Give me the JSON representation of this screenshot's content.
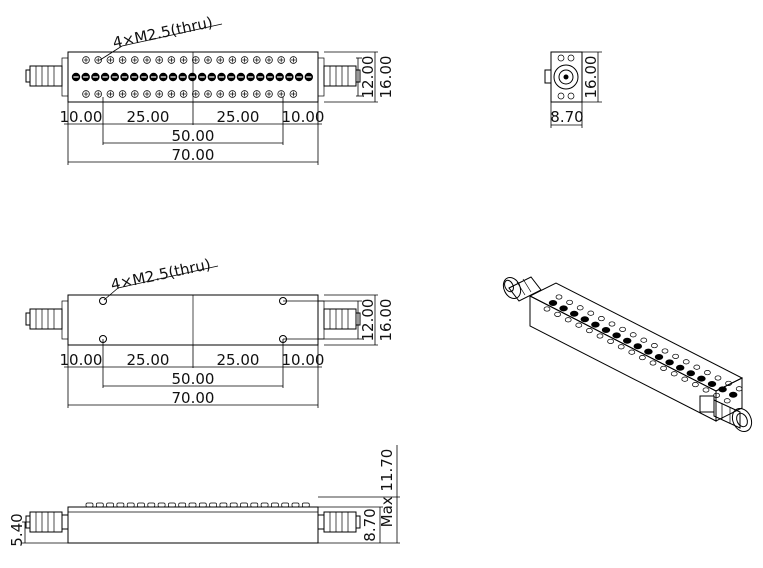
{
  "views": {
    "top": {
      "hole_callout": "4×M2.5(thru)",
      "dims": {
        "edge_left": "10.00",
        "pitch_left": "25.00",
        "pitch_right": "25.00",
        "edge_right": "10.00",
        "span": "50.00",
        "overall": "70.00",
        "inner_height": "12.00",
        "outer_height": "16.00"
      }
    },
    "side": {
      "dims": {
        "width": "8.70",
        "height": "16.00"
      }
    },
    "bottom": {
      "hole_callout": "4×M2.5(thru)",
      "dims": {
        "edge_left": "10.00",
        "pitch_left": "25.00",
        "pitch_right": "25.00",
        "edge_right": "10.00",
        "span": "50.00",
        "overall": "70.00",
        "inner_height": "12.00",
        "outer_height": "16.00"
      }
    },
    "front": {
      "dims": {
        "connector_height": "5.40",
        "body_height": "8.70",
        "max_height": "Max 11.70"
      }
    }
  }
}
